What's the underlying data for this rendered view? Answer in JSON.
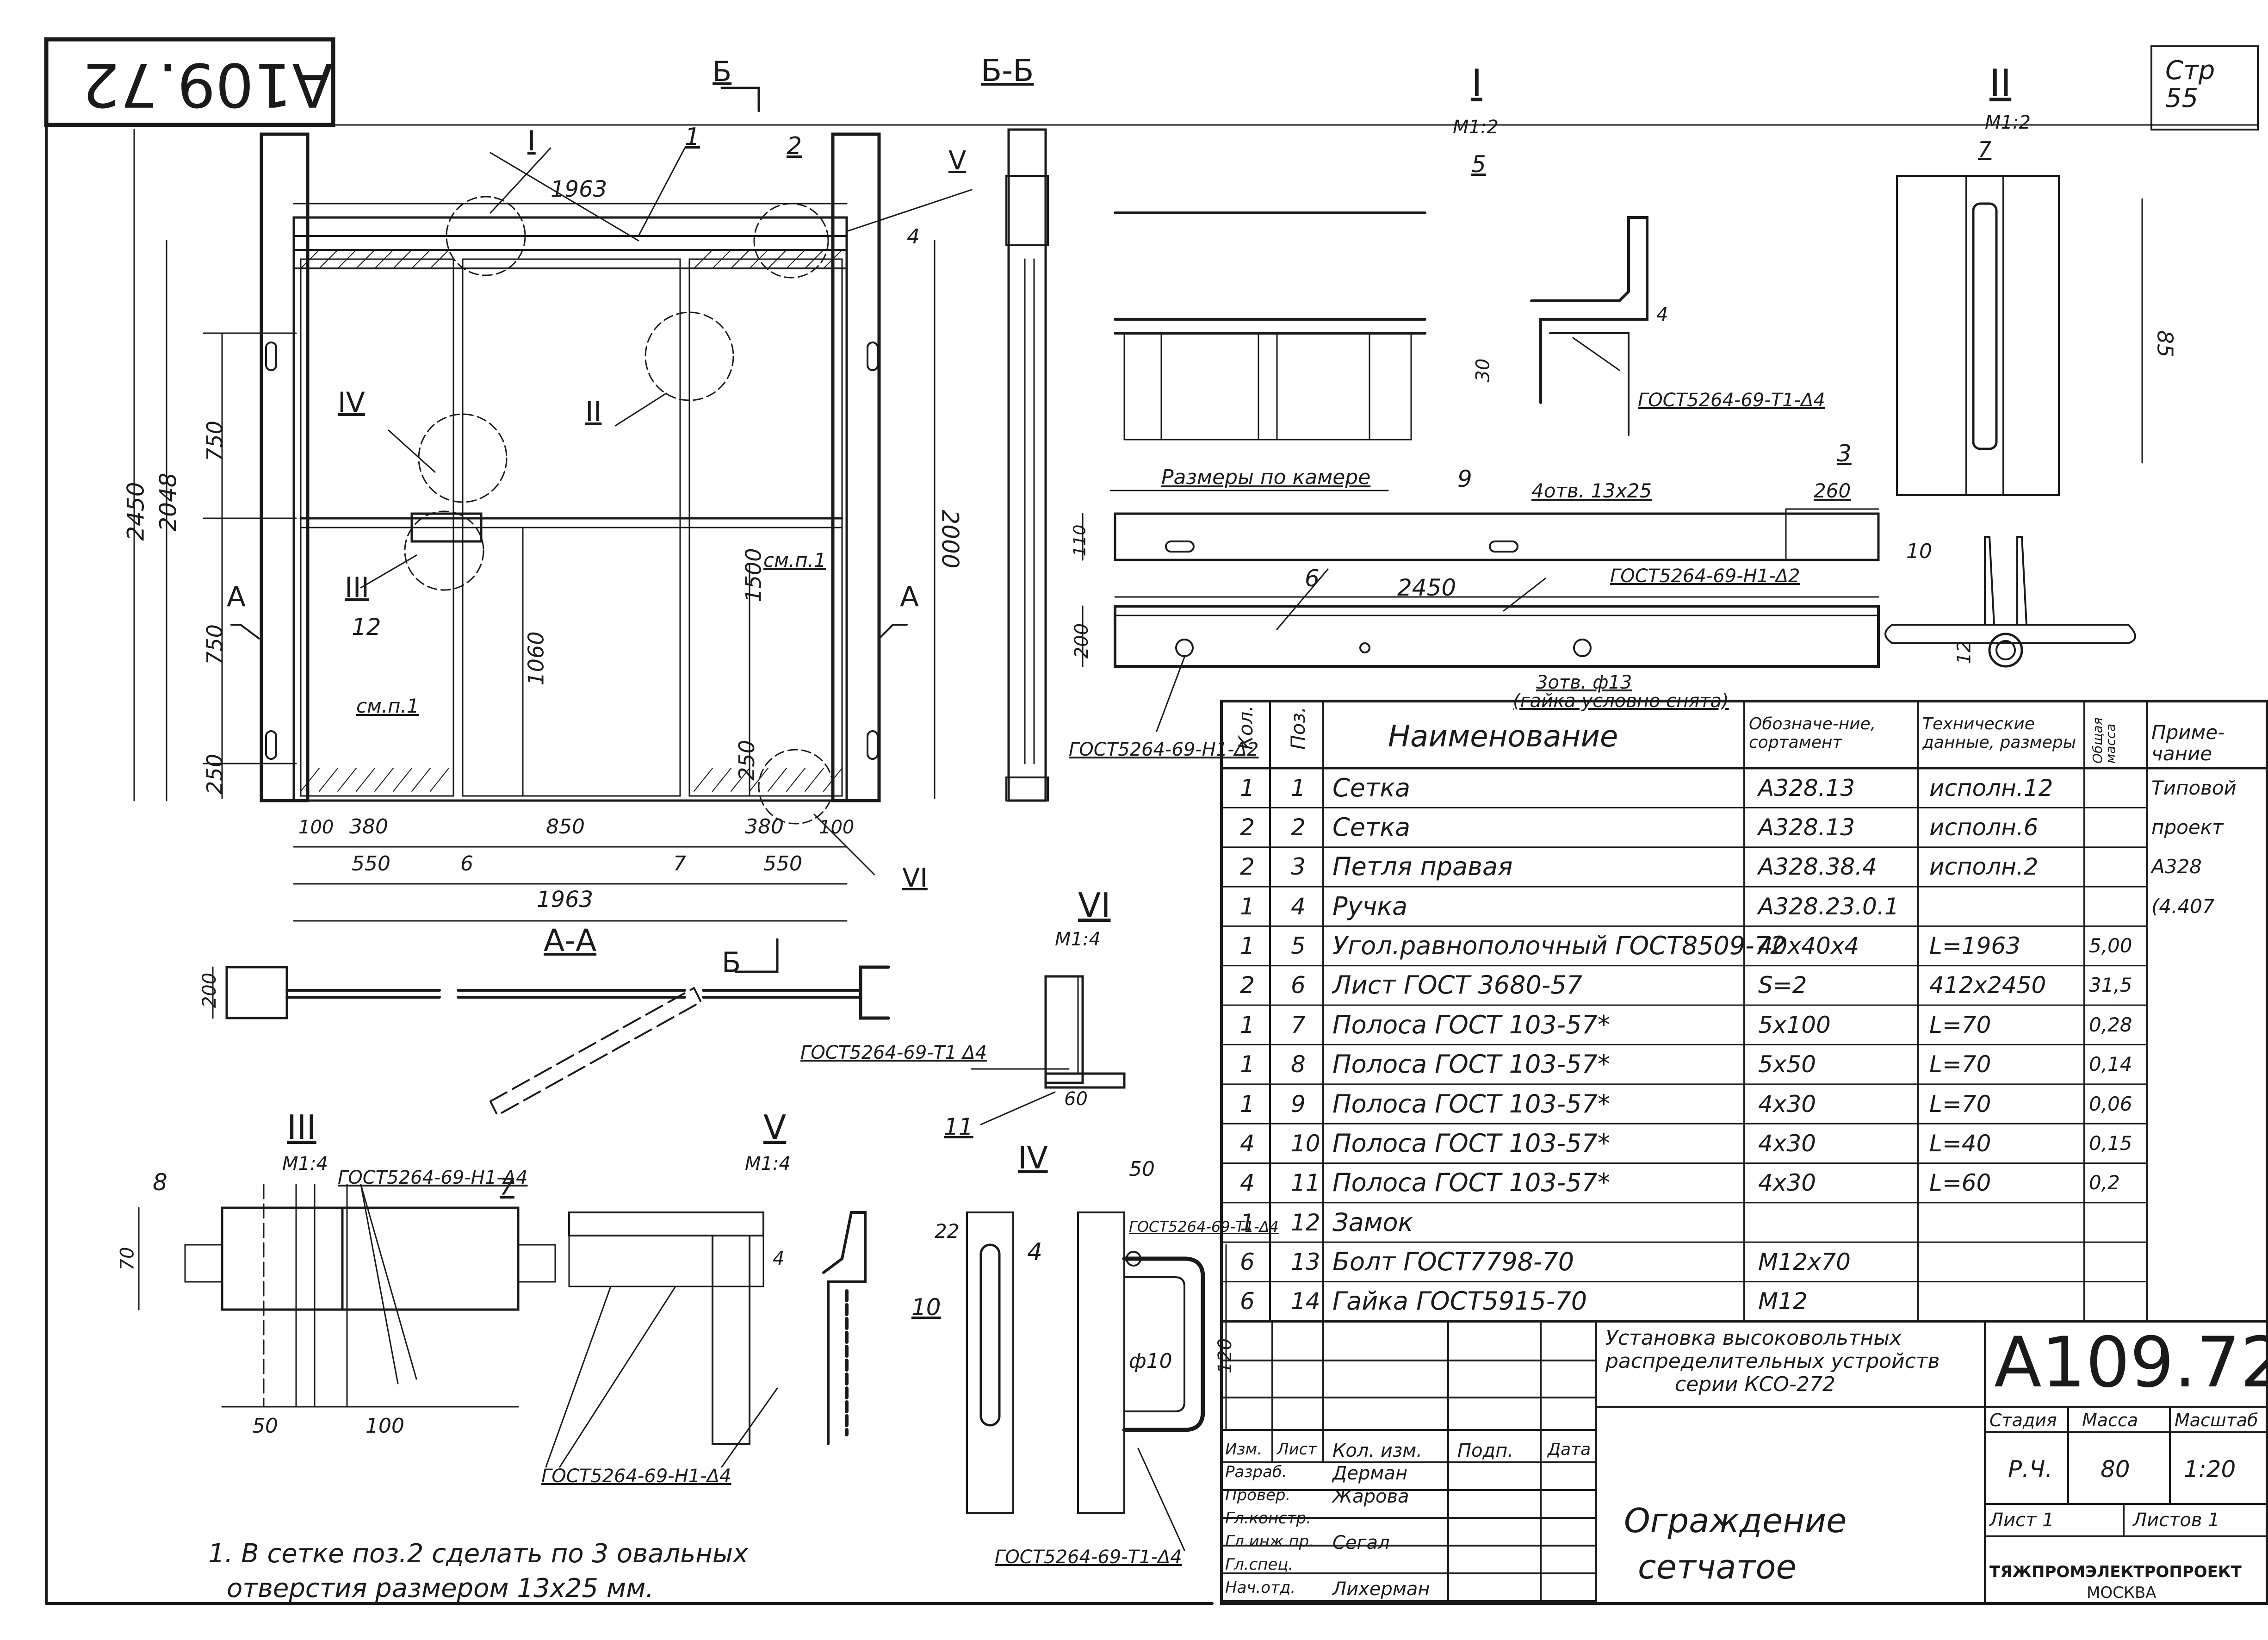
{
  "stamp_top": "A109.72",
  "page_corner": {
    "label": "Стр",
    "number": "55"
  },
  "views": {
    "section_b_mark": "Б",
    "section_bb_title": "Б-Б",
    "section_aa_title": "А-А",
    "section_a_mark": "А",
    "detail_I": {
      "roman": "I",
      "scale": "М1:2"
    },
    "detail_II": {
      "roman": "II",
      "scale": "М1:2"
    },
    "detail_III": {
      "roman": "III",
      "scale": "М1:4"
    },
    "detail_V": {
      "roman": "V",
      "scale": "М1:4"
    },
    "detail_VI": {
      "roman": "VI",
      "scale": "М1:4"
    },
    "detail_IV": {
      "roman": "IV",
      "scale": ""
    }
  },
  "dimensions": {
    "d1963_top": "1963",
    "d1963_bottom": "1963",
    "d2450": "2450",
    "d2048": "2048",
    "d2000": "2000",
    "d750a": "750",
    "d750b": "750",
    "d250a": "250",
    "d250b": "250",
    "d1060": "1060",
    "d1500": "1500",
    "d100a": "100",
    "d380a": "380",
    "d850": "850",
    "d380b": "380",
    "d100b": "100",
    "d550a": "550",
    "d550b": "550",
    "d4a": "4",
    "d200a": "200",
    "d200b": "200",
    "d110": "110",
    "d260": "260",
    "d10": "10",
    "d2450b": "2450",
    "d30": "30",
    "d4b": "4",
    "d7": "7",
    "d85": "85",
    "d12": "12",
    "d60": "60",
    "d70": "70",
    "d50a": "50",
    "d100c": "100",
    "d22": "22",
    "d50b": "50",
    "d120": "120",
    "d10phi": "ф10",
    "d4c": "4"
  },
  "callouts": {
    "pos1": "1",
    "pos2": "2",
    "pos3": "3",
    "pos4": "4",
    "pos5": "5",
    "pos6": "6",
    "pos6b": "6",
    "pos7": "7",
    "pos7b": "7",
    "pos8": "8",
    "pos9": "9",
    "pos10": "10",
    "pos11": "11",
    "pos12": "12",
    "roman_I": "I",
    "roman_II": "II",
    "roman_III": "III",
    "roman_IV": "IV",
    "roman_V": "V",
    "roman_VI": "VI",
    "cmp1a": "см.п.1",
    "cmp1b": "см.п.1"
  },
  "annotations": {
    "razmery": "Размеры по камере",
    "otv": "4отв. 13х25",
    "gost_I": "ГОСТ5264-69-Т1-Δ4",
    "gost_mid": "ГОСТ5264-69-Н1-Δ2",
    "gost_left": "ГОСТ5264-69-Н1-Δ2",
    "zatv": "3отв. ф13",
    "gaika": "(гайка условно снята)",
    "gost_VI": "ГОСТ5264-69-Т1 Δ4",
    "gost_III": "ГОСТ5264-69-Н1-Δ4",
    "gost_V": "ГОСТ5264-69-Н1-Δ4",
    "gost_IV": "ГОСТ5264-69-Т1-Δ4",
    "gost_IV_top": "ГОСТ5264-69-Т1-Δ4"
  },
  "notes": [
    "1. В сетке поз.2 сделать по 3 овальных",
    "отверстия размером 13х25 мм."
  ],
  "spec_table": {
    "headers": {
      "kol": "Кол.",
      "poz": "Поз.",
      "name": "Наименование",
      "oboz": "Обозначе-ние, сортамент",
      "tech": "Технические данные, размеры",
      "mass": "Общая масса",
      "prim": "Приме-чание"
    },
    "rows": [
      {
        "kol": "1",
        "poz": "1",
        "name": "Сетка",
        "oboz": "А328.13",
        "tech": "исполн.12",
        "mass": "",
        "prim": "Типовой"
      },
      {
        "kol": "2",
        "poz": "2",
        "name": "Сетка",
        "oboz": "А328.13",
        "tech": "исполн.6",
        "mass": "",
        "prim": "проект"
      },
      {
        "kol": "2",
        "poz": "3",
        "name": "Петля правая",
        "oboz": "А328.38.4",
        "tech": "исполн.2",
        "mass": "",
        "prim": "А328"
      },
      {
        "kol": "1",
        "poz": "4",
        "name": "Ручка",
        "oboz": "А328.23.0.1",
        "tech": "",
        "mass": "",
        "prim": "(4.407"
      },
      {
        "kol": "1",
        "poz": "5",
        "name": "Угол.равнополочный ГОСТ8509-72",
        "oboz": "40х40х4",
        "tech": "L=1963",
        "mass": "5,00",
        "prim": ""
      },
      {
        "kol": "2",
        "poz": "6",
        "name": "Лист ГОСТ 3680-57",
        "oboz": "S=2",
        "tech": "412х2450",
        "mass": "31,5",
        "prim": ""
      },
      {
        "kol": "1",
        "poz": "7",
        "name": "Полоса ГОСТ 103-57*",
        "oboz": "5х100",
        "tech": "L=70",
        "mass": "0,28",
        "prim": ""
      },
      {
        "kol": "1",
        "poz": "8",
        "name": "Полоса ГОСТ 103-57*",
        "oboz": "5х50",
        "tech": "L=70",
        "mass": "0,14",
        "prim": ""
      },
      {
        "kol": "1",
        "poz": "9",
        "name": "Полоса ГОСТ 103-57*",
        "oboz": "4х30",
        "tech": "L=70",
        "mass": "0,06",
        "prim": ""
      },
      {
        "kol": "4",
        "poz": "10",
        "name": "Полоса ГОСТ 103-57*",
        "oboz": "4х30",
        "tech": "L=40",
        "mass": "0,15",
        "prim": ""
      },
      {
        "kol": "4",
        "poz": "11",
        "name": "Полоса ГОСТ 103-57*",
        "oboz": "4х30",
        "tech": "L=60",
        "mass": "0,2",
        "prim": ""
      },
      {
        "kol": "1",
        "poz": "12",
        "name": "Замок",
        "oboz": "",
        "tech": "",
        "mass": "",
        "prim": ""
      },
      {
        "kol": "6",
        "poz": "13",
        "name": "Болт ГОСТ7798-70",
        "oboz": "М12х70",
        "tech": "",
        "mass": "",
        "prim": ""
      },
      {
        "kol": "6",
        "poz": "14",
        "name": "Гайка ГОСТ5915-70",
        "oboz": "М12",
        "tech": "",
        "mass": "",
        "prim": ""
      }
    ]
  },
  "title_block": {
    "project_title": [
      "Установка высоковольтных",
      "распределительных устройств",
      "серии КСО-272"
    ],
    "doc_number": "А109.72",
    "stage_label": "Стадия",
    "mass_label": "Масса",
    "scale_label": "Масштаб",
    "stage": "Р.Ч.",
    "mass": "80",
    "scale": "1:20",
    "sheet_label": "Лист 1",
    "sheets_label": "Листов 1",
    "drawing_name": [
      "Ограждение",
      "сетчатое"
    ],
    "org_name": "ТЯЖПРОМЭЛЕКТРОПРОЕКТ",
    "org_city": "МОСКВА",
    "col_headers": {
      "izm": "Изм.",
      "list": "Лист",
      "kol_izm": "Кол. изм.",
      "podp": "Подп.",
      "data": "Дата"
    },
    "roles": [
      {
        "role": "Разраб.",
        "name": "Дерман"
      },
      {
        "role": "Провер.",
        "name": "Жарова"
      },
      {
        "role": "Гл.констр.",
        "name": ""
      },
      {
        "role": "Гл.инж.пр.",
        "name": "Сегал"
      },
      {
        "role": "Гл.спец.",
        "name": ""
      },
      {
        "role": "Нач.отд.",
        "name": "Лихерман"
      }
    ]
  }
}
